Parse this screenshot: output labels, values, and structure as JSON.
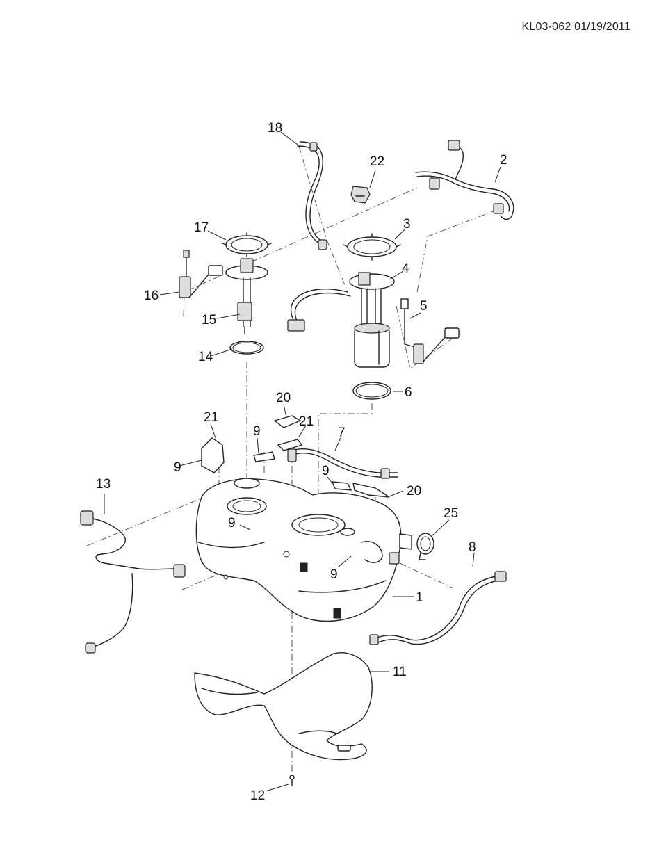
{
  "header": {
    "doc_id": "KL03-062 01/19/2011"
  },
  "callouts": {
    "c1": "1",
    "c2": "2",
    "c3": "3",
    "c4": "4",
    "c5": "5",
    "c6": "6",
    "c7": "7",
    "c8": "8",
    "c9a": "9",
    "c9b": "9",
    "c9c": "9",
    "c9d": "9",
    "c9e": "9",
    "c11": "11",
    "c12": "12",
    "c13": "13",
    "c14": "14",
    "c15": "15",
    "c16": "16",
    "c17": "17",
    "c18": "18",
    "c20a": "20",
    "c20b": "20",
    "c21a": "21",
    "c21b": "21",
    "c22": "22",
    "c25": "25"
  }
}
